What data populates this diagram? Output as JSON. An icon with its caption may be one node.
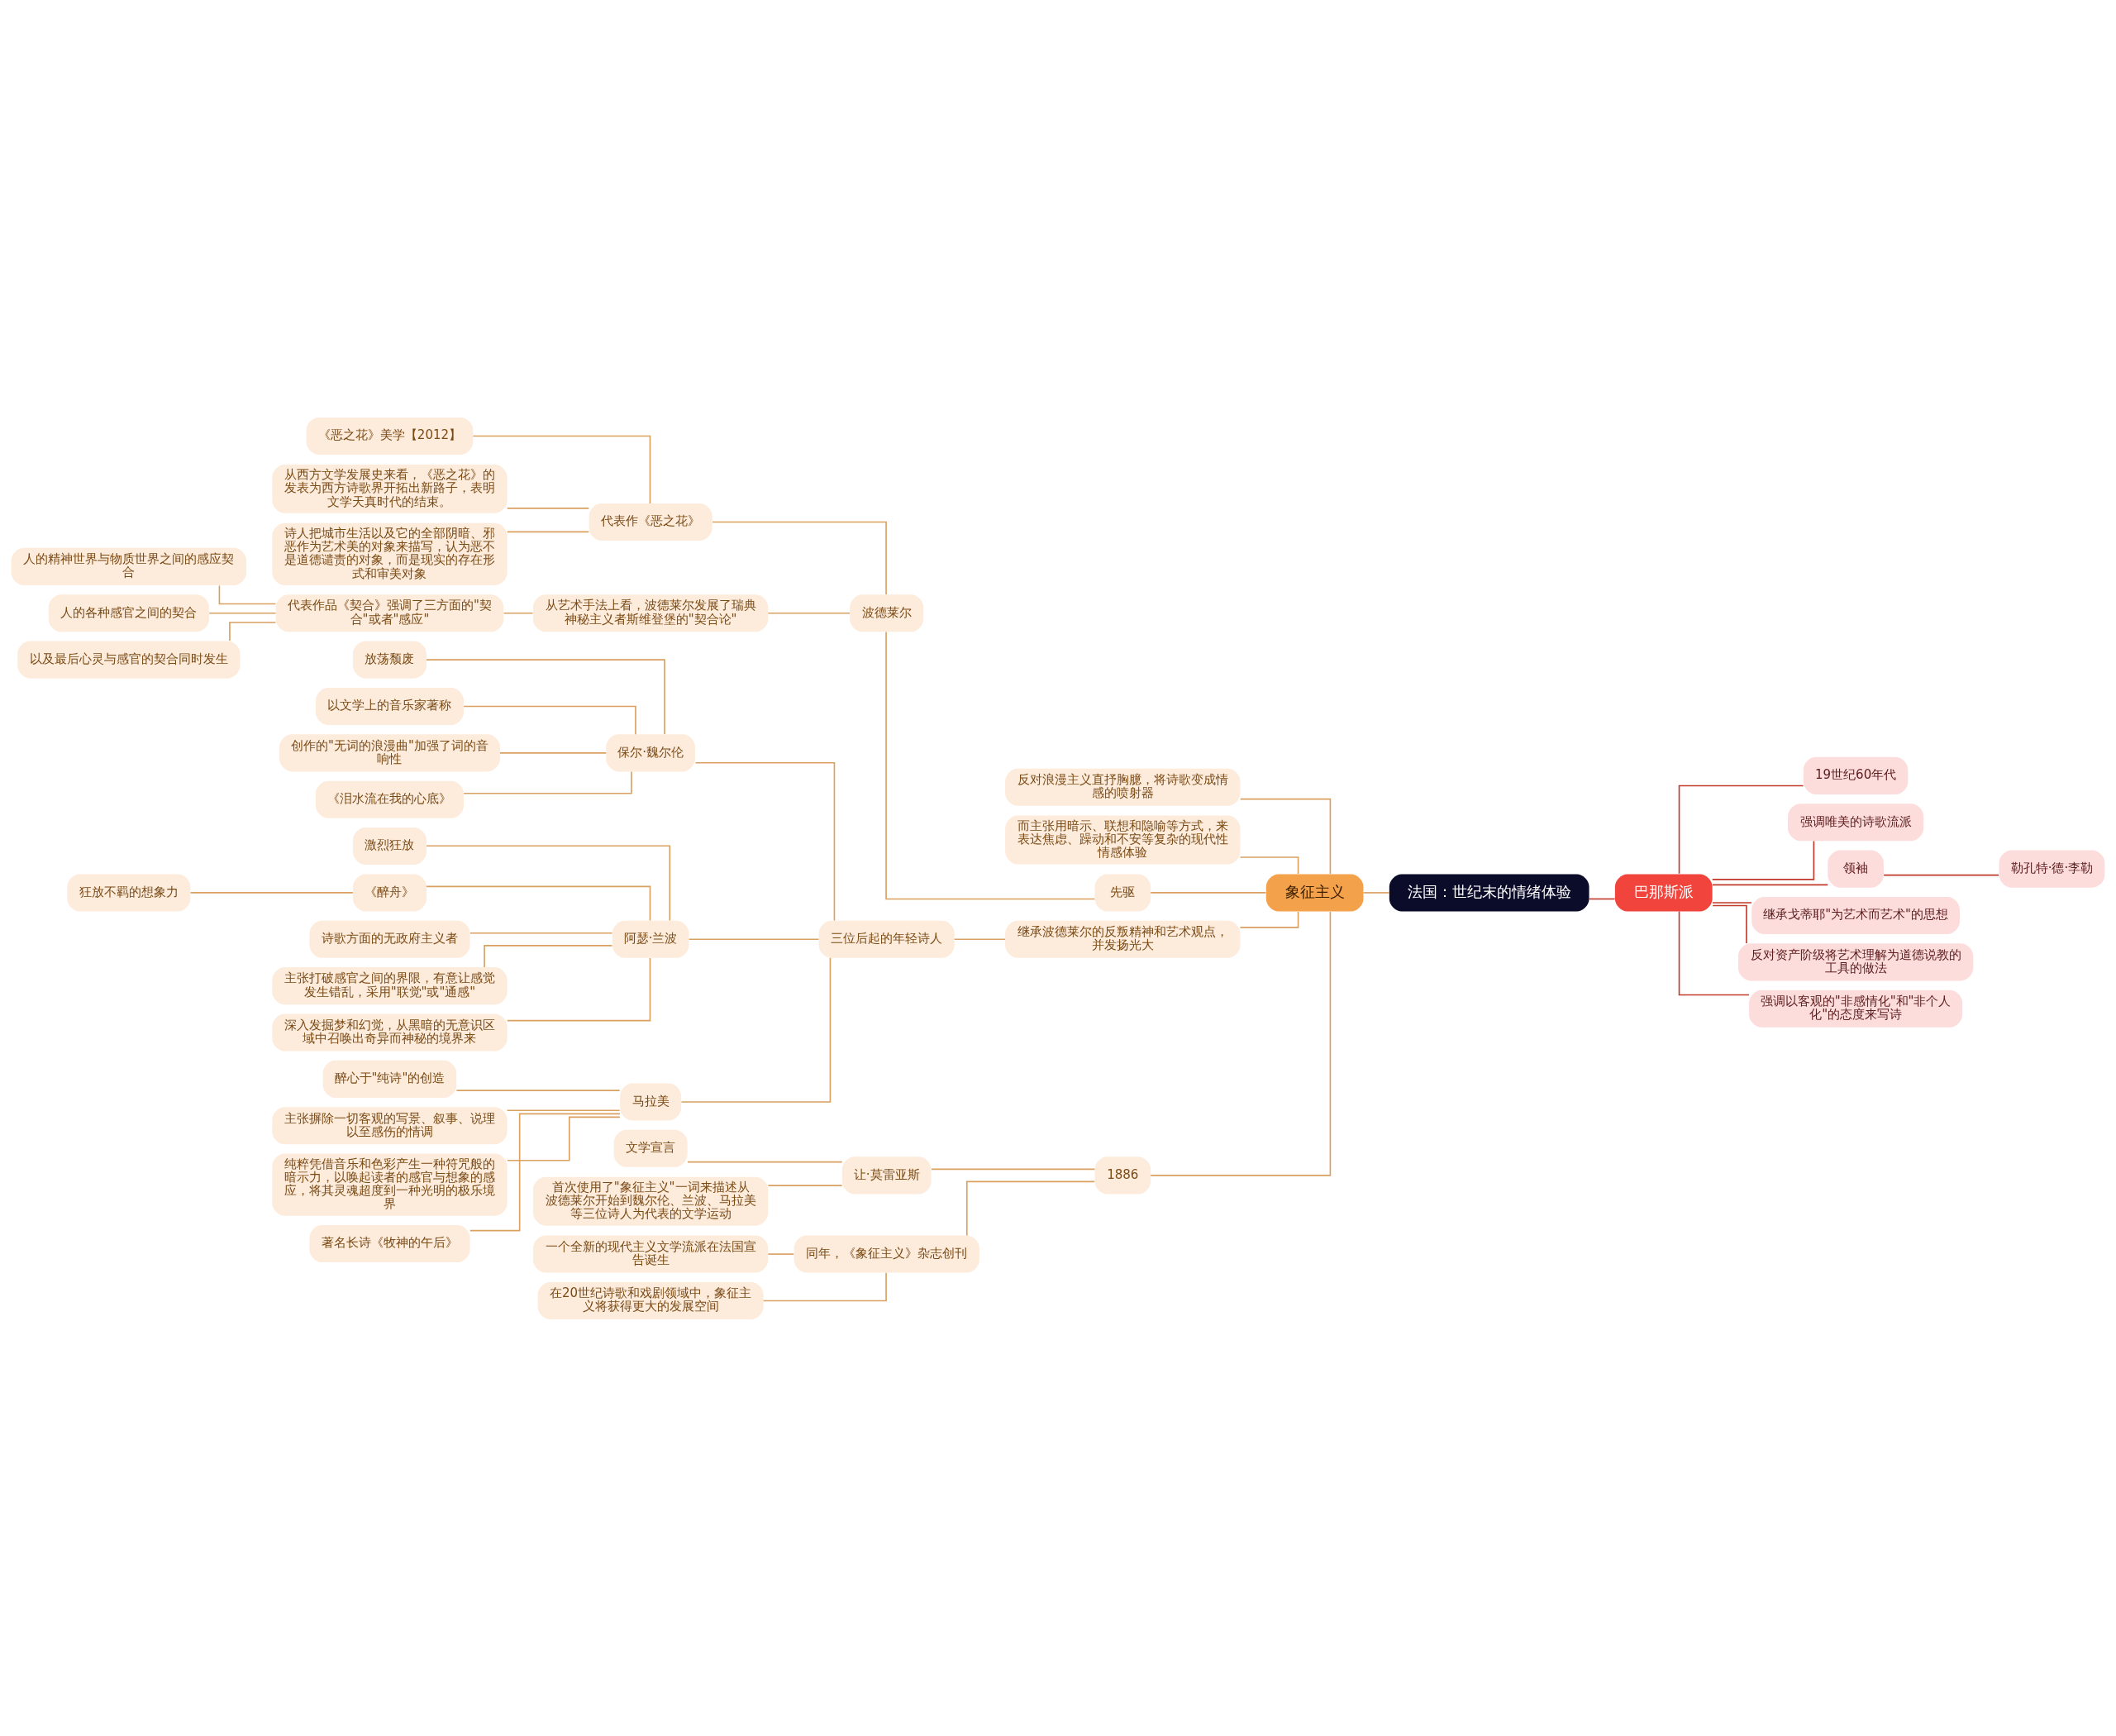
{
  "diagram": {
    "nodes": [
      {
        "text": [
          "法国：世纪末的情绪体验"
        ]
      },
      {
        "text": [
          "象征主义"
        ]
      },
      {
        "text": [
          "反对浪漫主义直抒胸臆，将诗歌变成情感的喷射器"
        ]
      },
      {
        "text": [
          "而主张用暗示、联想和隐喻等方式，来表达焦虑、躁动和不安等复杂的现代性情感体验"
        ]
      },
      {
        "text": [
          "先驱"
        ]
      },
      {
        "text": [
          "波德莱尔"
        ]
      },
      {
        "text": [
          "代表作《恶之花》"
        ]
      },
      {
        "text": [
          "《恶之花》美学【2012】"
        ]
      },
      {
        "text": [
          "从西方文学发展史来看，《恶之花》的发表为西方诗歌界开拓出新路子，表明文学天真时代的结束。"
        ]
      },
      {
        "text": [
          "诗人把城市生活以及它的全部阴暗、邪恶作为艺术美的对象来描写，认为恶不是道德谴责的对象，而是现实的存在形式和审美对象"
        ]
      },
      {
        "text": [
          "从艺术手法上看，波德莱尔发展了瑞典神秘主义者斯维登堡的\"契合论\""
        ]
      },
      {
        "text": [
          "代表作品《契合》强调了三方面的\"契合\"或者\"感应\""
        ]
      },
      {
        "text": [
          "人的精神世界与物质世界之间的感应契合"
        ]
      },
      {
        "text": [
          "人的各种感官之间的契合"
        ]
      },
      {
        "text": [
          "以及最后心灵与感官的契合同时发生"
        ]
      },
      {
        "text": [
          "继承波德莱尔的反叛精神和艺术观点，并发扬光大"
        ]
      },
      {
        "text": [
          "三位后起的年轻诗人"
        ]
      },
      {
        "text": [
          "保尔·魏尔伦"
        ]
      },
      {
        "text": [
          "放荡颓废"
        ]
      },
      {
        "text": [
          "以文学上的音乐家著称"
        ]
      },
      {
        "text": [
          "创作的\"无词的浪漫曲\"加强了词的音响性"
        ]
      },
      {
        "text": [
          "《泪水流在我的心底》"
        ]
      },
      {
        "text": [
          "阿瑟·兰波"
        ]
      },
      {
        "text": [
          "激烈狂放"
        ]
      },
      {
        "text": [
          "《醉舟》"
        ]
      },
      {
        "text": [
          "狂放不羁的想象力"
        ]
      },
      {
        "text": [
          "诗歌方面的无政府主义者"
        ]
      },
      {
        "text": [
          "主张打破感官之间的界限，有意让感觉发生错乱，采用\"联觉\"或\"通感\""
        ]
      },
      {
        "text": [
          "深入发掘梦和幻觉，从黑暗的无意识区域中召唤出奇异而神秘的境界来"
        ]
      },
      {
        "text": [
          "马拉美"
        ]
      },
      {
        "text": [
          "醉心于\"纯诗\"的创造"
        ]
      },
      {
        "text": [
          "主张摒除一切客观的写景、叙事、说理以至感伤的情调"
        ]
      },
      {
        "text": [
          "纯粹凭借音乐和色彩产生一种符咒般的暗示力，以唤起读者的感官与想象的感应，将其灵魂超度到一种光明的极乐境界"
        ]
      },
      {
        "text": [
          "著名长诗《牧神的午后》"
        ]
      },
      {
        "text": [
          "1886"
        ]
      },
      {
        "text": [
          "让·莫雷亚斯"
        ]
      },
      {
        "text": [
          "文学宣言"
        ]
      },
      {
        "text": [
          "首次使用了\"象征主义\"一词来描述从波德莱尔开始到魏尔伦、兰波、马拉美等三位诗人为代表的文学运动"
        ]
      },
      {
        "text": [
          "同年，《象征主义》杂志创刊"
        ]
      },
      {
        "text": [
          "一个全新的现代主义文学流派在法国宣告诞生"
        ]
      },
      {
        "text": [
          "在20世纪诗歌和戏剧领域中，象征主义将获得更大的发展空间"
        ]
      },
      {
        "text": [
          "巴那斯派"
        ]
      },
      {
        "text": [
          "19世纪60年代"
        ]
      },
      {
        "text": [
          "强调唯美的诗歌流派"
        ]
      },
      {
        "text": [
          "领袖"
        ]
      },
      {
        "text": [
          "勒孔特·德·李勒"
        ]
      },
      {
        "text": [
          "继承戈蒂耶\"为艺术而艺术\"的思想"
        ]
      },
      {
        "text": [
          "反对资产阶级将艺术理解为道德说教的工具的做法"
        ]
      },
      {
        "text": [
          "强调以客观的\"非感情化\"和\"非个人化\"的态度来写诗"
        ]
      }
    ],
    "edges": [
      {
        "from": 0,
        "to": 1,
        "arrow": "none"
      },
      {
        "from": 1,
        "to": 2,
        "arrow": "none"
      },
      {
        "from": 1,
        "to": 3,
        "arrow": "none"
      },
      {
        "from": 1,
        "to": 4,
        "arrow": "none"
      },
      {
        "from": 4,
        "to": 5,
        "arrow": "none"
      },
      {
        "from": 5,
        "to": 6,
        "arrow": "none"
      },
      {
        "from": 6,
        "to": 7,
        "arrow": "none"
      },
      {
        "from": 6,
        "to": 8,
        "arrow": "none"
      },
      {
        "from": 6,
        "to": 9,
        "arrow": "none"
      },
      {
        "from": 5,
        "to": 10,
        "arrow": "none"
      },
      {
        "from": 10,
        "to": 11,
        "arrow": "none"
      },
      {
        "from": 11,
        "to": 12,
        "arrow": "none"
      },
      {
        "from": 11,
        "to": 13,
        "arrow": "none"
      },
      {
        "from": 11,
        "to": 14,
        "arrow": "none"
      },
      {
        "from": 1,
        "to": 15,
        "arrow": "none"
      },
      {
        "from": 15,
        "to": 16,
        "arrow": "none"
      },
      {
        "from": 16,
        "to": 17,
        "arrow": "none"
      },
      {
        "from": 17,
        "to": 18,
        "arrow": "none"
      },
      {
        "from": 17,
        "to": 19,
        "arrow": "none"
      },
      {
        "from": 17,
        "to": 20,
        "arrow": "none"
      },
      {
        "from": 17,
        "to": 21,
        "arrow": "none"
      },
      {
        "from": 16,
        "to": 22,
        "arrow": "none"
      },
      {
        "from": 22,
        "to": 23,
        "arrow": "none"
      },
      {
        "from": 22,
        "to": 24,
        "arrow": "none"
      },
      {
        "from": 24,
        "to": 25,
        "arrow": "none"
      },
      {
        "from": 22,
        "to": 26,
        "arrow": "none"
      },
      {
        "from": 22,
        "to": 27,
        "arrow": "none"
      },
      {
        "from": 22,
        "to": 28,
        "arrow": "none"
      },
      {
        "from": 16,
        "to": 29,
        "arrow": "none"
      },
      {
        "from": 29,
        "to": 30,
        "arrow": "none"
      },
      {
        "from": 29,
        "to": 31,
        "arrow": "none"
      },
      {
        "from": 29,
        "to": 32,
        "arrow": "none"
      },
      {
        "from": 29,
        "to": 33,
        "arrow": "none"
      },
      {
        "from": 1,
        "to": 34,
        "arrow": "none"
      },
      {
        "from": 34,
        "to": 35,
        "arrow": "none"
      },
      {
        "from": 35,
        "to": 36,
        "arrow": "none"
      },
      {
        "from": 35,
        "to": 37,
        "arrow": "none"
      },
      {
        "from": 34,
        "to": 38,
        "arrow": "none"
      },
      {
        "from": 38,
        "to": 39,
        "arrow": "none"
      },
      {
        "from": 38,
        "to": 40,
        "arrow": "none"
      },
      {
        "from": 0,
        "to": 41,
        "arrow": "none",
        "color": "#c0392b"
      },
      {
        "from": 41,
        "to": 42,
        "arrow": "none",
        "color": "#c0392b"
      },
      {
        "from": 41,
        "to": 43,
        "arrow": "none",
        "color": "#c0392b"
      },
      {
        "from": 41,
        "to": 44,
        "arrow": "none",
        "color": "#c0392b"
      },
      {
        "from": 44,
        "to": 45,
        "arrow": "none",
        "color": "#c0392b"
      },
      {
        "from": 41,
        "to": 46,
        "arrow": "none",
        "color": "#c0392b"
      },
      {
        "from": 41,
        "to": 47,
        "arrow": "none",
        "color": "#c0392b"
      },
      {
        "from": 41,
        "to": 48,
        "arrow": "none",
        "color": "#c0392b"
      }
    ]
  }
}
